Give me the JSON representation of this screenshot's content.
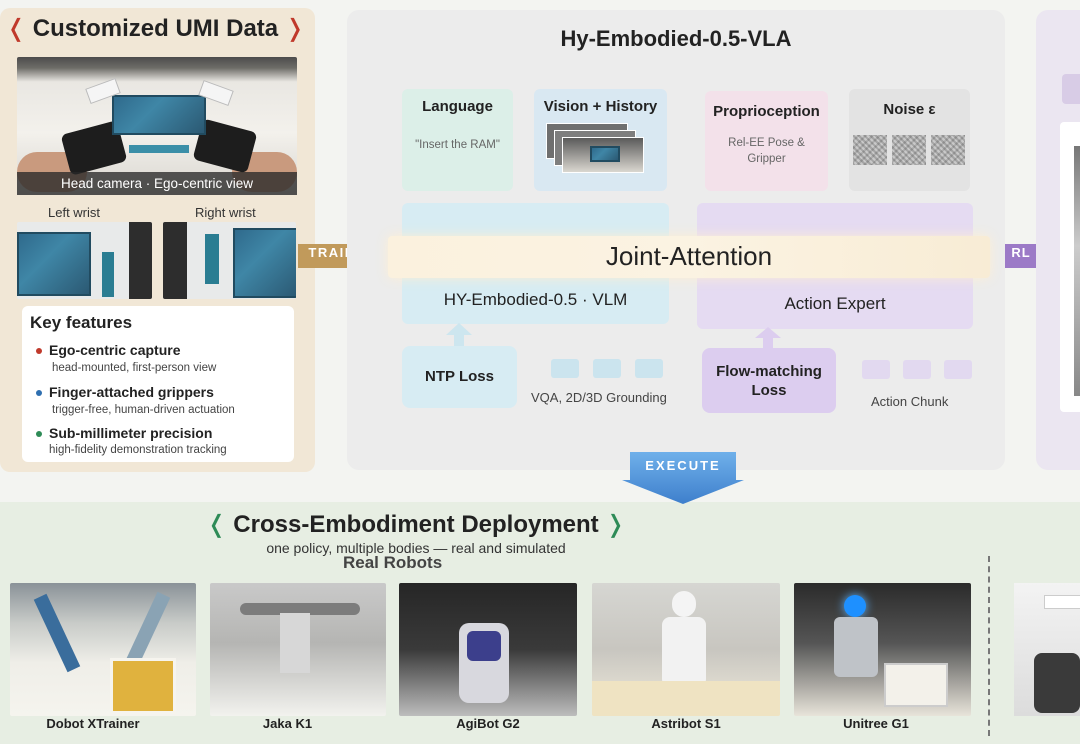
{
  "umi": {
    "title_open": "❬",
    "title": "Customized UMI Data",
    "title_close": "❭",
    "head_caption": "Head camera · Ego-centric view",
    "left_wrist": "Left wrist",
    "right_wrist": "Right wrist",
    "key_features_title": "Key features",
    "features": [
      {
        "title": "Ego-centric capture",
        "sub": "head-mounted, first-person view",
        "color": "#c0392b"
      },
      {
        "title": "Finger-attached grippers",
        "sub": "trigger-free, human-driven actuation",
        "color": "#2f6fb0"
      },
      {
        "title": "Sub-millimeter precision",
        "sub": "high-fidelity demonstration tracking",
        "color": "#2e8b57"
      }
    ]
  },
  "arrows": {
    "train": "TRAIN",
    "rl": "RL",
    "execute": "EXECUTE"
  },
  "vla": {
    "title": "Hy-Embodied-0.5-VLA",
    "inputs": {
      "language": {
        "title": "Language",
        "sub": "\"Insert the RAM\""
      },
      "vision": {
        "title": "Vision + History"
      },
      "proprio": {
        "title": "Proprioception",
        "sub": "Rel-EE Pose & Gripper"
      },
      "noise": {
        "title": "Noise ε"
      }
    },
    "joint_attention": "Joint-Attention",
    "vlm": "HY-Embodied-0.5 · VLM",
    "action_expert": "Action Expert",
    "ntp_loss": "NTP Loss",
    "vqa": "VQA, 2D/3D Grounding",
    "flow_loss": "Flow-matching Loss",
    "action_chunk": "Action Chunk"
  },
  "deploy": {
    "title_open": "❬",
    "title": "Cross-Embodiment Deployment",
    "title_close": "❭",
    "subtitle": "one policy, multiple bodies — real and simulated",
    "real_robots": "Real Robots",
    "robots": [
      "Dobot XTrainer",
      "Jaka K1",
      "AgiBot G2",
      "Astribot S1",
      "Unitree G1"
    ]
  },
  "colors": {
    "train_arrow": "#c19a5b",
    "rl_arrow": "#9c7ac7",
    "execute_arrow": "#4b8fd6",
    "vlm_block": "#d7ecf3",
    "action_block": "#e5dbf2",
    "joint_bar": "#fbf1de"
  }
}
